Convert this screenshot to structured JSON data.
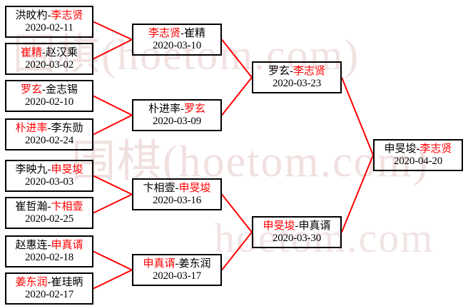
{
  "diagram": {
    "type": "single-elimination-tournament-bracket",
    "title": "",
    "accent_color": "#ff0000",
    "box_border_color": "#000000",
    "background_color": "#ffffff",
    "winner_color": "#ff0000",
    "loser_color": "#000000",
    "watermark": {
      "line1": "围棋(hoetom.com)",
      "line2": "围棋(hoetom.com)",
      "line3": "hoetom.com"
    }
  },
  "rounds": [
    {
      "name": "round-1",
      "matches": [
        {
          "id": "r1m1",
          "left_player": "洪旼杓",
          "right_player": "李志贤",
          "winner": "李志贤",
          "winner_side": "right",
          "separator": "-",
          "date": "2020-02-11"
        },
        {
          "id": "r1m2",
          "left_player": "崔精",
          "right_player": "赵汉乘",
          "winner": "崔精",
          "winner_side": "left",
          "separator": "-",
          "date": "2020-03-02"
        },
        {
          "id": "r1m3",
          "left_player": "罗玄",
          "right_player": "金志锡",
          "winner": "罗玄",
          "winner_side": "left",
          "separator": "-",
          "date": "2020-02-10"
        },
        {
          "id": "r1m4",
          "left_player": "朴进率",
          "right_player": "李东勋",
          "winner": "朴进率",
          "winner_side": "left",
          "separator": "-",
          "date": "2020-02-24"
        },
        {
          "id": "r1m5",
          "left_player": "李映九",
          "right_player": "申旻埈",
          "winner": "申旻埈",
          "winner_side": "right",
          "separator": "-",
          "date": "2020-03-03"
        },
        {
          "id": "r1m6",
          "left_player": "崔哲瀚",
          "right_player": "卞相壹",
          "winner": "卞相壹",
          "winner_side": "right",
          "separator": "-",
          "date": "2020-02-25"
        },
        {
          "id": "r1m7",
          "left_player": "赵惠连",
          "right_player": "申真谞",
          "winner": "申真谞",
          "winner_side": "right",
          "separator": "-",
          "date": "2020-02-18"
        },
        {
          "id": "r1m8",
          "left_player": "姜东润",
          "right_player": "崔珪昞",
          "winner": "姜东润",
          "winner_side": "left",
          "separator": "-",
          "date": "2020-02-17"
        }
      ]
    },
    {
      "name": "round-2",
      "matches": [
        {
          "id": "r2m1",
          "left_player": "李志贤",
          "right_player": "崔精",
          "winner": "李志贤",
          "winner_side": "left",
          "separator": "-",
          "date": "2020-03-10"
        },
        {
          "id": "r2m2",
          "left_player": "朴进率",
          "right_player": "罗玄",
          "winner": "罗玄",
          "winner_side": "right",
          "separator": "-",
          "date": "2020-03-09"
        },
        {
          "id": "r2m3",
          "left_player": "卞相壹",
          "right_player": "申旻埈",
          "winner": "申旻埈",
          "winner_side": "right",
          "separator": "-",
          "date": "2020-03-16"
        },
        {
          "id": "r2m4",
          "left_player": "申真谞",
          "right_player": "姜东润",
          "winner": "申真谞",
          "winner_side": "left",
          "separator": "-",
          "date": "2020-03-17"
        }
      ]
    },
    {
      "name": "semi-final",
      "matches": [
        {
          "id": "r3m1",
          "left_player": "罗玄",
          "right_player": "李志贤",
          "winner": "李志贤",
          "winner_side": "right",
          "separator": "-",
          "date": "2020-03-23"
        },
        {
          "id": "r3m2",
          "left_player": "申旻埈",
          "right_player": "申真谞",
          "winner": "申旻埈",
          "winner_side": "left",
          "separator": "-",
          "date": "2020-03-30"
        }
      ]
    },
    {
      "name": "final",
      "matches": [
        {
          "id": "r4m1",
          "left_player": "申旻埈",
          "right_player": "李志贤",
          "winner": "李志贤",
          "winner_side": "right",
          "separator": "-",
          "date": "2020-04-20"
        }
      ]
    }
  ]
}
